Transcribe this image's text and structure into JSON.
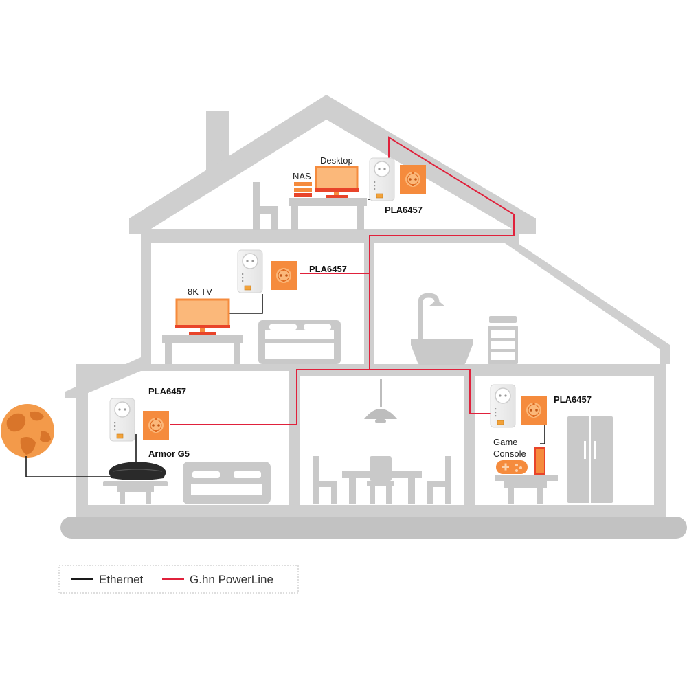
{
  "labels": {
    "desktop": "Desktop",
    "nas": "NAS",
    "adapter_attic": "PLA6457",
    "adapter_upper": "PLA6457",
    "tv": "8K TV",
    "adapter_ground_left": "PLA6457",
    "router": "Armor G5",
    "adapter_ground_right": "PLA6457",
    "game_console_line1": "Game",
    "game_console_line2": "Console"
  },
  "legend": {
    "ethernet": "Ethernet",
    "powerline": "G.hn PowerLine"
  },
  "colors": {
    "wall": "#cfcfcf",
    "room": "#ffffff",
    "furniture": "#c9c9c9",
    "furniture_dark": "#bdbdbd",
    "device_orange": "#f58b3d",
    "device_orange_light": "#fbb87a",
    "device_red": "#e8442a",
    "powerline": "#e0213b",
    "ethernet": "#1a1a1a",
    "globe": "#f39a4a",
    "globe_land": "#d9752a",
    "router": "#2a2a2a"
  }
}
